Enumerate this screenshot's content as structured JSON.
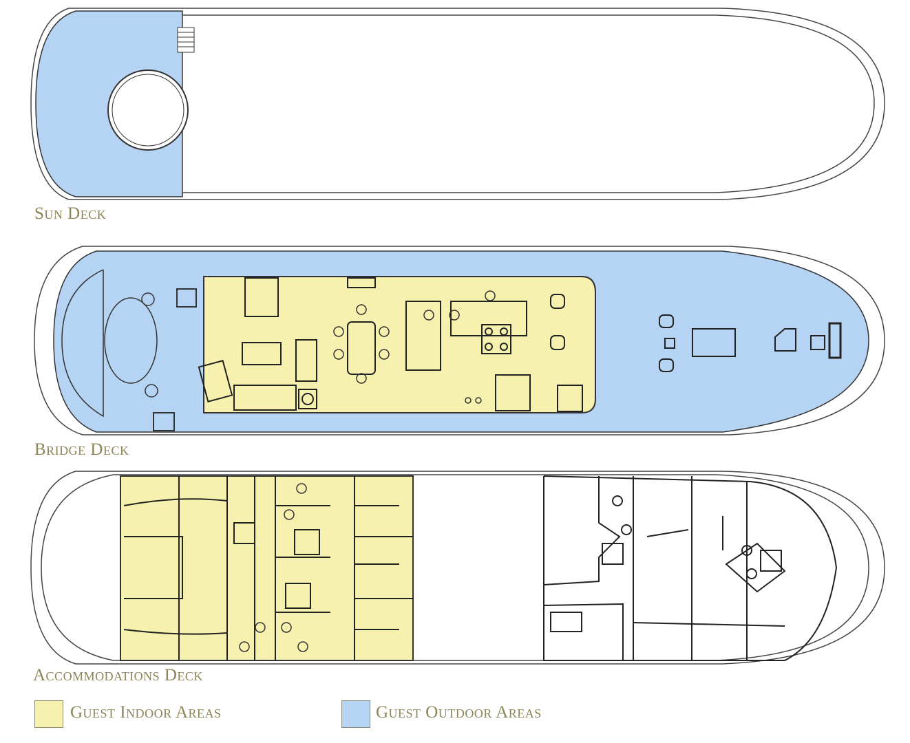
{
  "decks": [
    {
      "name": "Sun Deck"
    },
    {
      "name": "Bridge Deck"
    },
    {
      "name": "Accommodations Deck"
    }
  ],
  "legend": [
    {
      "label": "Guest Indoor Areas",
      "color": "#f6f1ae"
    },
    {
      "label": "Guest Outdoor Areas",
      "color": "#b5d3f2"
    }
  ],
  "colors": {
    "label_text": "#8a8456",
    "indoor": "#f6f1ae",
    "outdoor": "#b5d3f2"
  }
}
